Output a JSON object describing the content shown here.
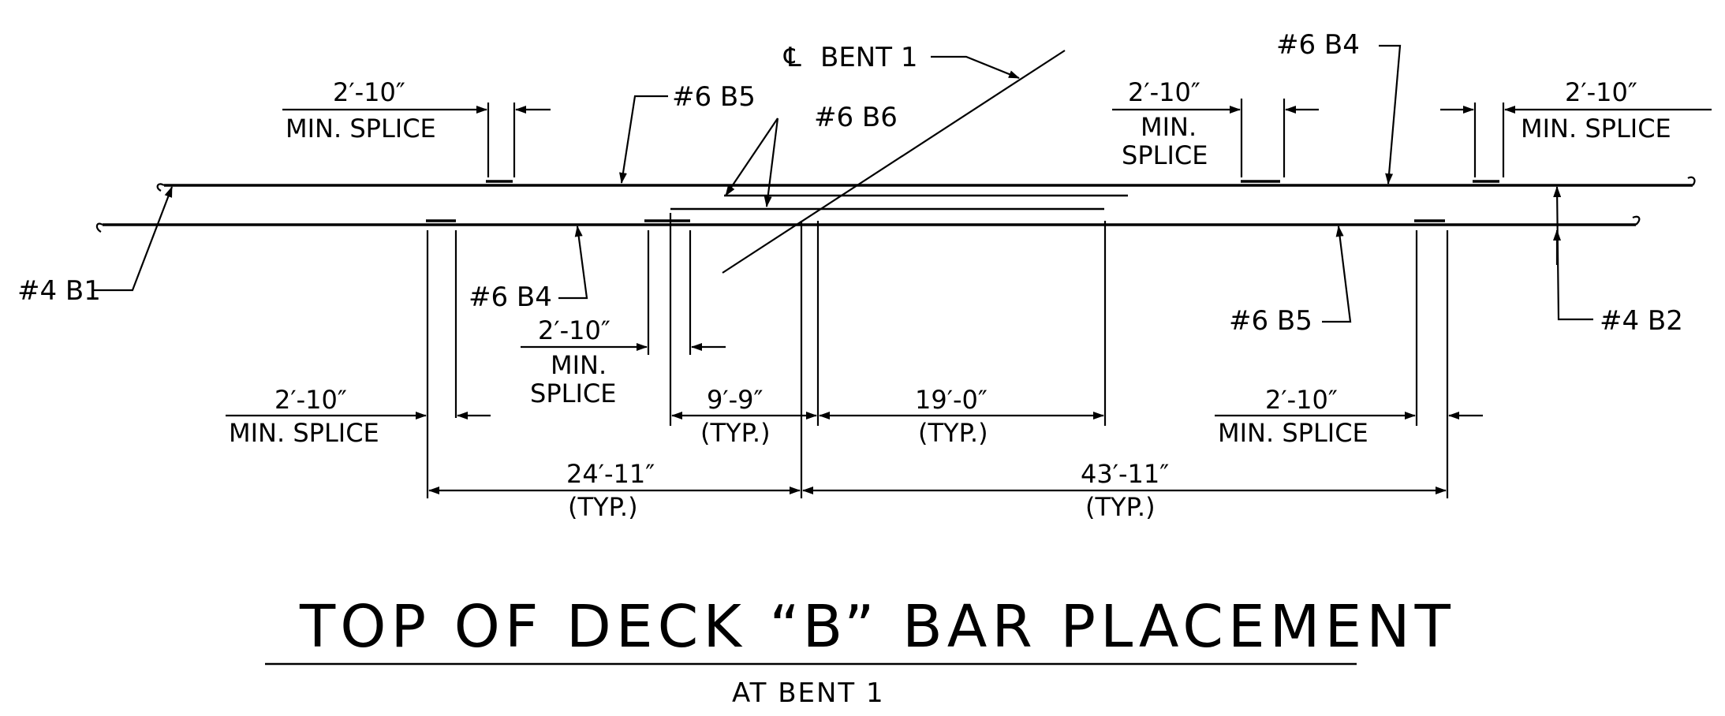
{
  "title": "TOP OF DECK “B” BAR PLACEMENT",
  "subtitle": "AT BENT 1",
  "centerline": {
    "symbol": "℄",
    "label": "BENT 1"
  },
  "bar_labels": {
    "b5_top": "#6 B5",
    "b6": "#6 B6",
    "b4_top": "#6 B4",
    "b1": "#4 B1",
    "b4_low": "#6 B4",
    "b5_low": "#6 B5",
    "b2": "#4 B2"
  },
  "splice": {
    "length": "2′-10″",
    "min_splice": "MIN. SPLICE",
    "min": "MIN.",
    "splice_word": "SPLICE"
  },
  "dimensions": {
    "d1": "9′-9″",
    "d2": "19′-0″",
    "d3": "24′-11″",
    "d4": "43′-11″",
    "typ": "(TYP.)"
  }
}
